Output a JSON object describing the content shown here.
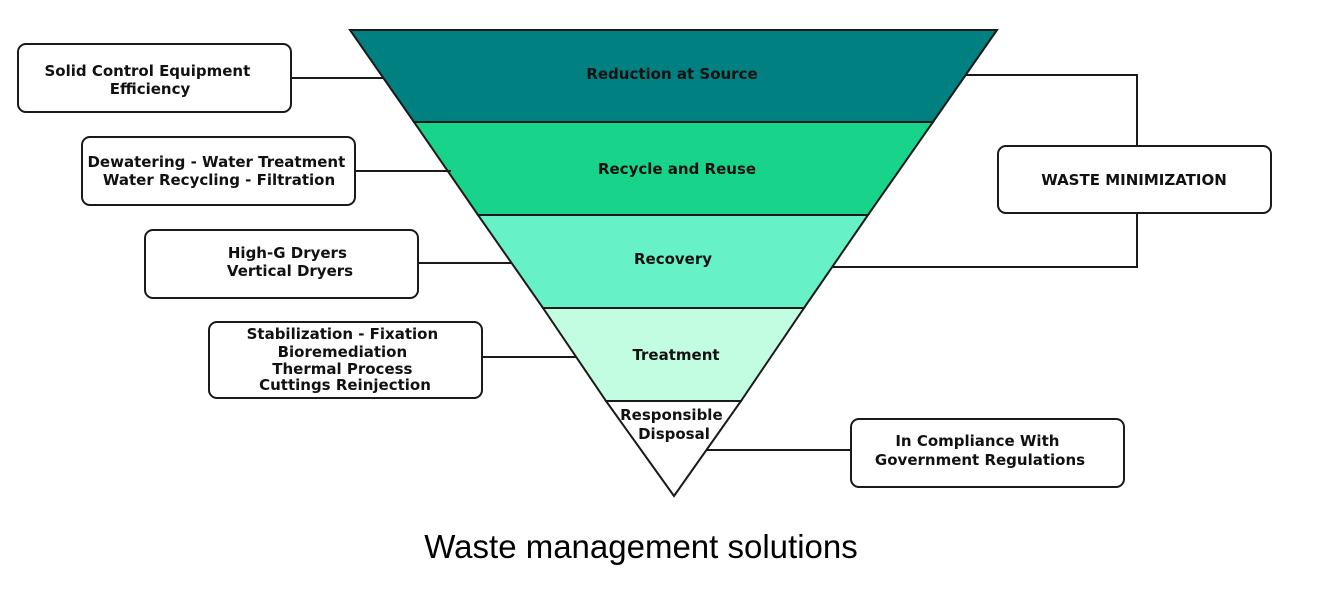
{
  "caption": "Waste management solutions",
  "levels": [
    {
      "label": [
        "Reduction at Source"
      ],
      "color": "#008080"
    },
    {
      "label": [
        "Recycle and Reuse"
      ],
      "color": "#18d48a"
    },
    {
      "label": [
        "Recovery"
      ],
      "color": "#66f2c6"
    },
    {
      "label": [
        "Treatment"
      ],
      "color": "#c2fde1"
    },
    {
      "label": [
        "Responsible",
        "Disposal"
      ],
      "color": "#ffffff"
    }
  ],
  "left_boxes": [
    {
      "lines": [
        "Solid Control Equipment",
        "Efficiency"
      ]
    },
    {
      "lines": [
        "Dewatering - Water Treatment",
        "Water Recycling - Filtration"
      ]
    },
    {
      "lines": [
        "High-G Dryers",
        "Vertical Dryers"
      ]
    },
    {
      "lines": [
        "Stabilization - Fixation",
        "Bioremediation",
        "Thermal Process",
        "Cuttings Reinjection"
      ]
    }
  ],
  "right_boxes": [
    {
      "lines": [
        "WASTE MINIMIZATION"
      ]
    },
    {
      "lines": [
        "In Compliance With",
        "Government Regulations"
      ]
    }
  ]
}
